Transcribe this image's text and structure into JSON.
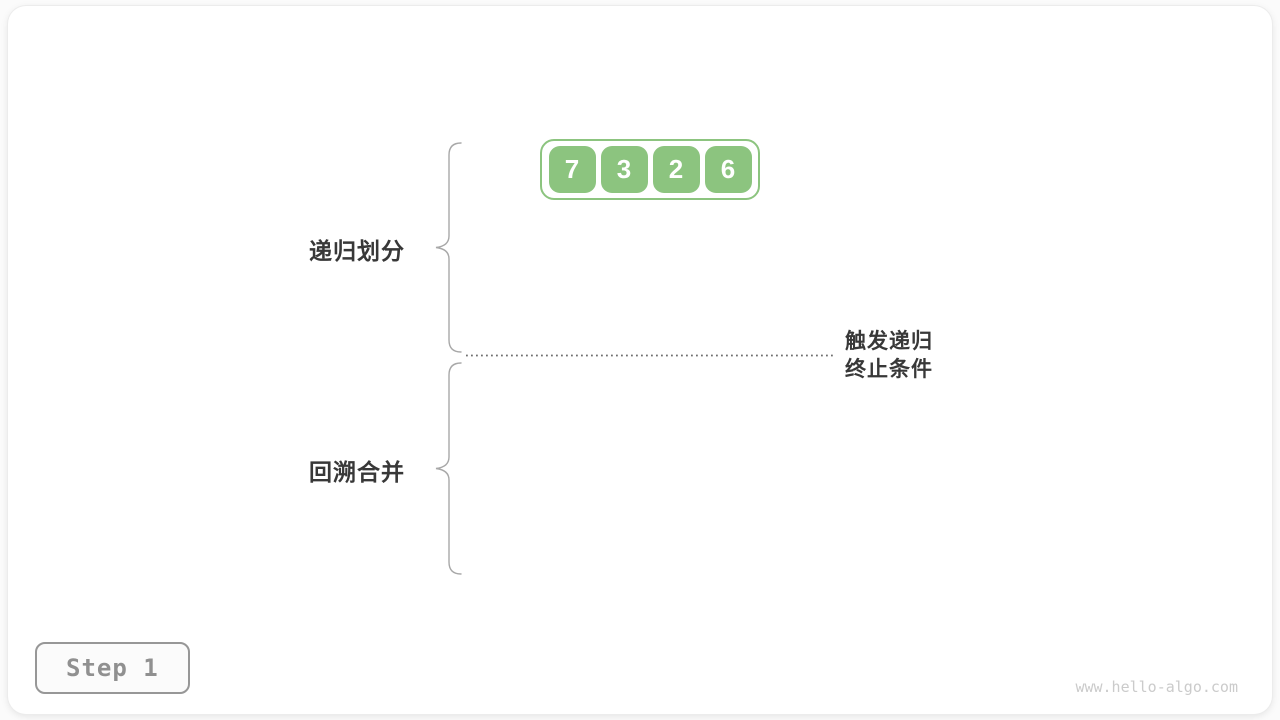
{
  "diagram": {
    "array": {
      "values": [
        "7",
        "3",
        "2",
        "6"
      ]
    },
    "phase_labels": {
      "divide": "递归划分",
      "merge": "回溯合并"
    },
    "termination_note": {
      "line1": "触发递归",
      "line2": "终止条件"
    }
  },
  "step_badge": {
    "label": "Step 1"
  },
  "watermark": {
    "text": "www.hello-algo.com"
  },
  "colors": {
    "node_green": "#8CC47F",
    "brace_gray": "#A8A8A8",
    "dotted_line_gray": "#6E6E6E",
    "label_text": "#383838",
    "badge_border": "#979797",
    "badge_text": "#909090",
    "watermark_text": "#CBCBCB"
  }
}
